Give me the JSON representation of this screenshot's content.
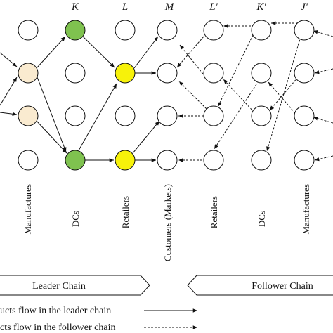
{
  "columns": [
    {
      "key": "manufactures",
      "label": "Manufactures",
      "header": "",
      "fills": [
        "",
        "beige",
        "beige",
        ""
      ]
    },
    {
      "key": "dcs",
      "label": "DCs",
      "header": "K",
      "fills": [
        "green",
        "",
        "",
        "green"
      ]
    },
    {
      "key": "retailers",
      "label": "Retailers",
      "header": "L",
      "fills": [
        "",
        "yellow",
        "",
        "yellow"
      ]
    },
    {
      "key": "customers",
      "label": "Customers (Markets)",
      "header": "M",
      "fills": [
        "",
        "",
        "",
        ""
      ]
    },
    {
      "key": "follower_retailers",
      "label": "Retailers",
      "header": "L'",
      "fills": [
        "",
        "",
        "",
        ""
      ]
    },
    {
      "key": "follower_dcs",
      "label": "DCs",
      "header": "K'",
      "fills": [
        "",
        "",
        "",
        ""
      ]
    },
    {
      "key": "follower_manufactures",
      "label": "Manufactures",
      "header": "J'",
      "fills": [
        "",
        "",
        "",
        ""
      ]
    }
  ],
  "banners": {
    "leader": "Leader Chain",
    "follower": "Follower Chain"
  },
  "legend": [
    {
      "text": "ucts flow in the leader chain",
      "style": "solid"
    },
    {
      "text": "cts flow in the follower chain",
      "style": "dashed"
    }
  ],
  "colors": {
    "beige": "#faebd0",
    "green": "#7fc24f",
    "yellow": "#f7f20a",
    "stroke": "#111111"
  }
}
